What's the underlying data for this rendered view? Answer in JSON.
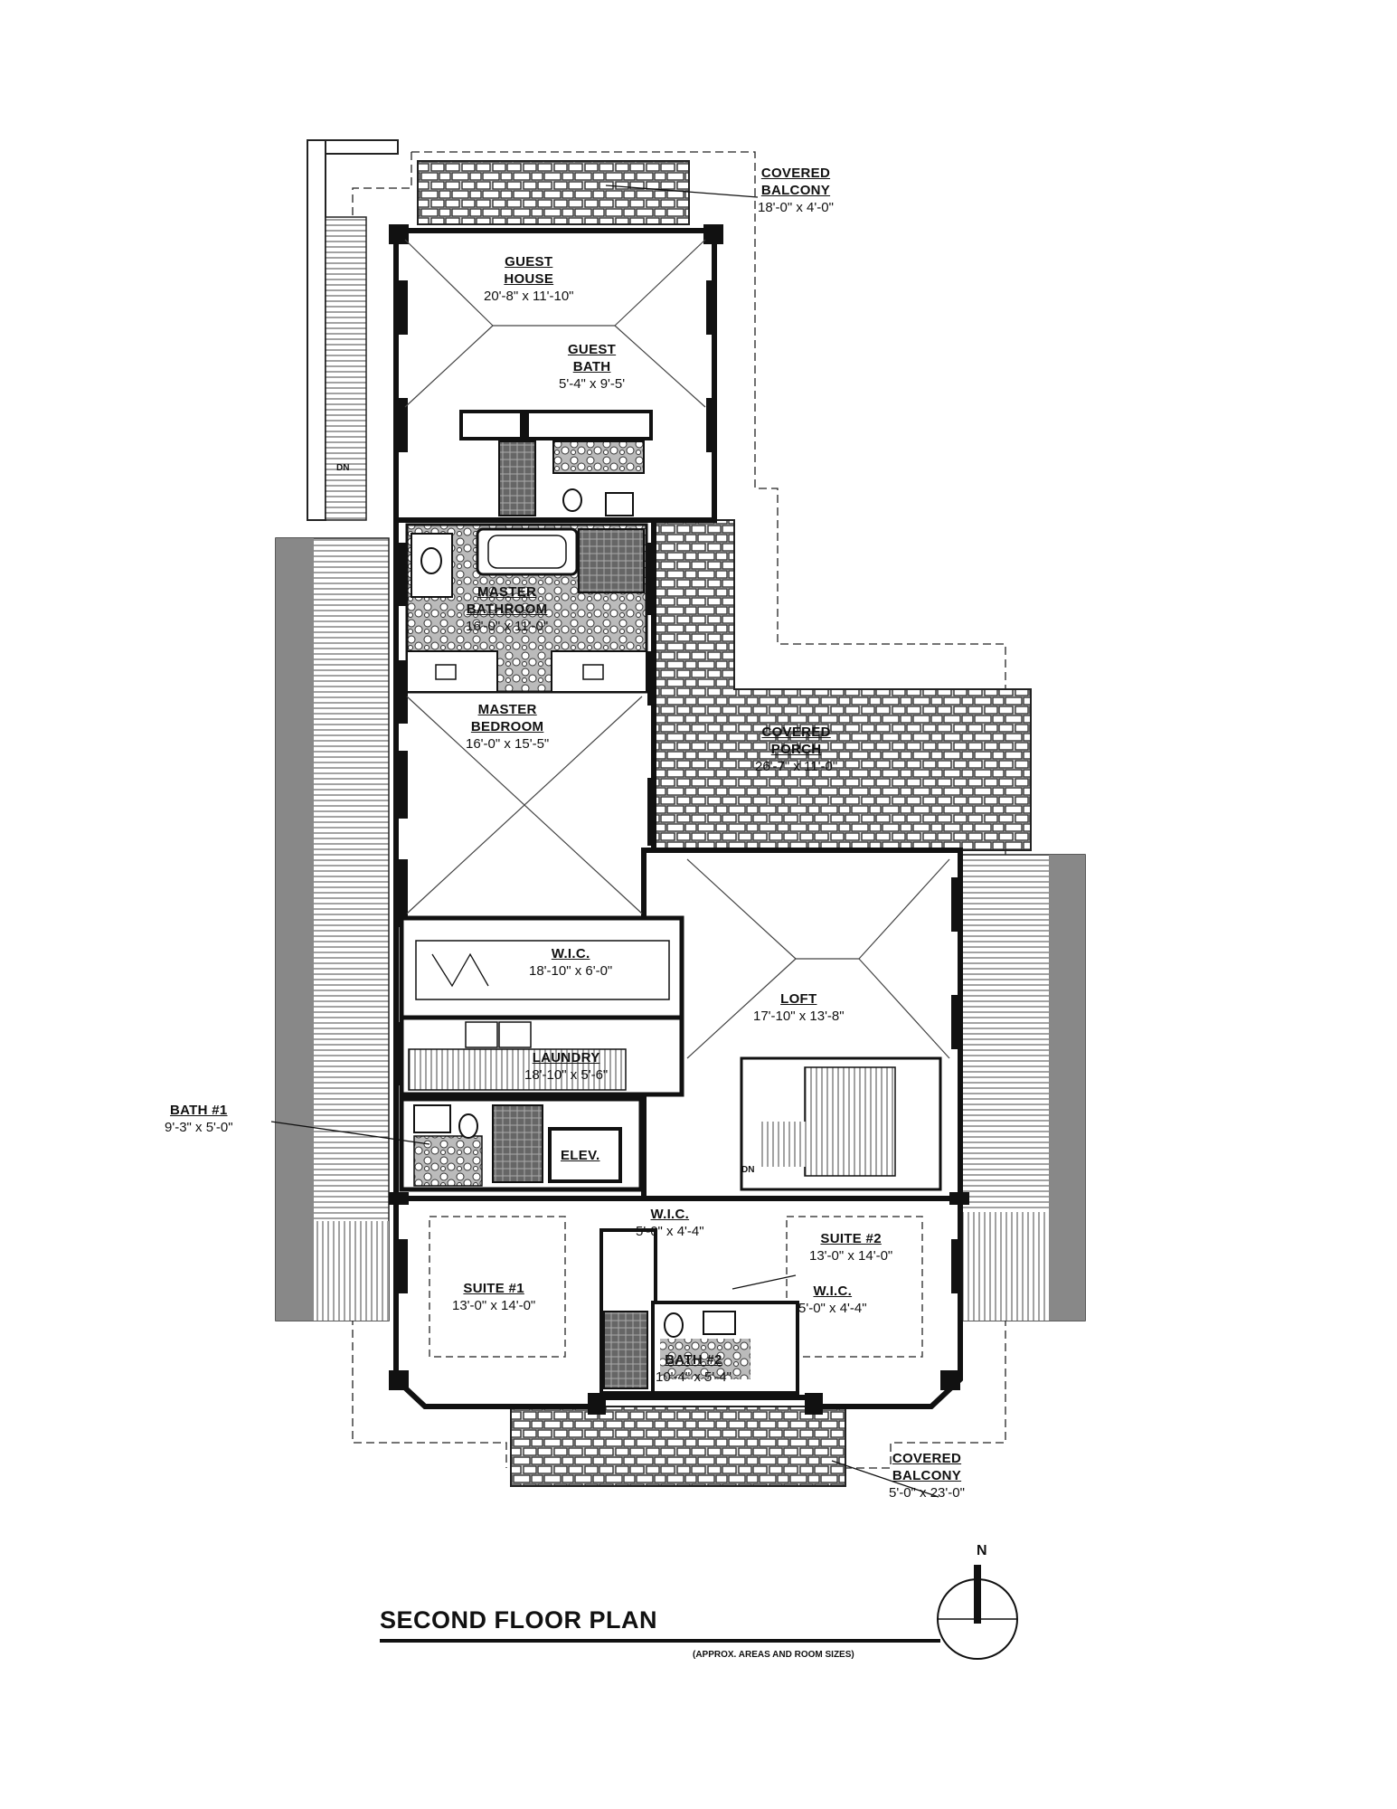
{
  "rooms": {
    "balcony_top": {
      "name": "COVERED BALCONY",
      "line1": "COVERED",
      "line2": "BALCONY",
      "size": "18'-0\" x 4'-0\""
    },
    "guest_house": {
      "line1": "GUEST",
      "line2": "HOUSE",
      "size": "20'-8\" x 11'-10\""
    },
    "guest_bath": {
      "line1": "GUEST",
      "line2": "BATH",
      "size": "5'-4\" x 9'-5'"
    },
    "master_bath": {
      "line1": "MASTER",
      "line2": "BATHROOM",
      "size": "16'-0\" x 11'-0\""
    },
    "master_bed": {
      "line1": "MASTER",
      "line2": "BEDROOM",
      "size": "16'-0\" x 15'-5\""
    },
    "porch": {
      "line1": "COVERED",
      "line2": "PORCH",
      "size": "26'-7\" x 11'-0\""
    },
    "wic_master": {
      "name": "W.I.C.",
      "size": "18'-10\" x 6'-0\""
    },
    "loft": {
      "name": "LOFT",
      "size": "17'-10\" x 13'-8\""
    },
    "laundry": {
      "name": "LAUNDRY",
      "size": "18'-10\" x 5'-6\""
    },
    "bath1": {
      "name": "BATH #1",
      "size": "9'-3\" x 5'-0\""
    },
    "elev": {
      "name": "ELEV."
    },
    "wic_center": {
      "name": "W.I.C.",
      "size": "5'-0\" x 4'-4\""
    },
    "suite1": {
      "name": "SUITE #1",
      "size": "13'-0\" x 14'-0\""
    },
    "suite2": {
      "name": "SUITE #2",
      "size": "13'-0\" x 14'-0\""
    },
    "wic_suite2": {
      "name": "W.I.C.",
      "size": "5'-0\" x 4'-4\""
    },
    "bath2": {
      "name": "BATH #2",
      "size": "10'-4\" x 5'-4\""
    },
    "balcony_bottom": {
      "line1": "COVERED",
      "line2": "BALCONY",
      "size": "5'-0\" x 23'-0\""
    }
  },
  "marks": {
    "dn_top": "DN",
    "dn_stair": "DN"
  },
  "title": "SECOND FLOOR PLAN",
  "note": "(APPROX. AREAS AND ROOM SIZES)",
  "north": "N"
}
